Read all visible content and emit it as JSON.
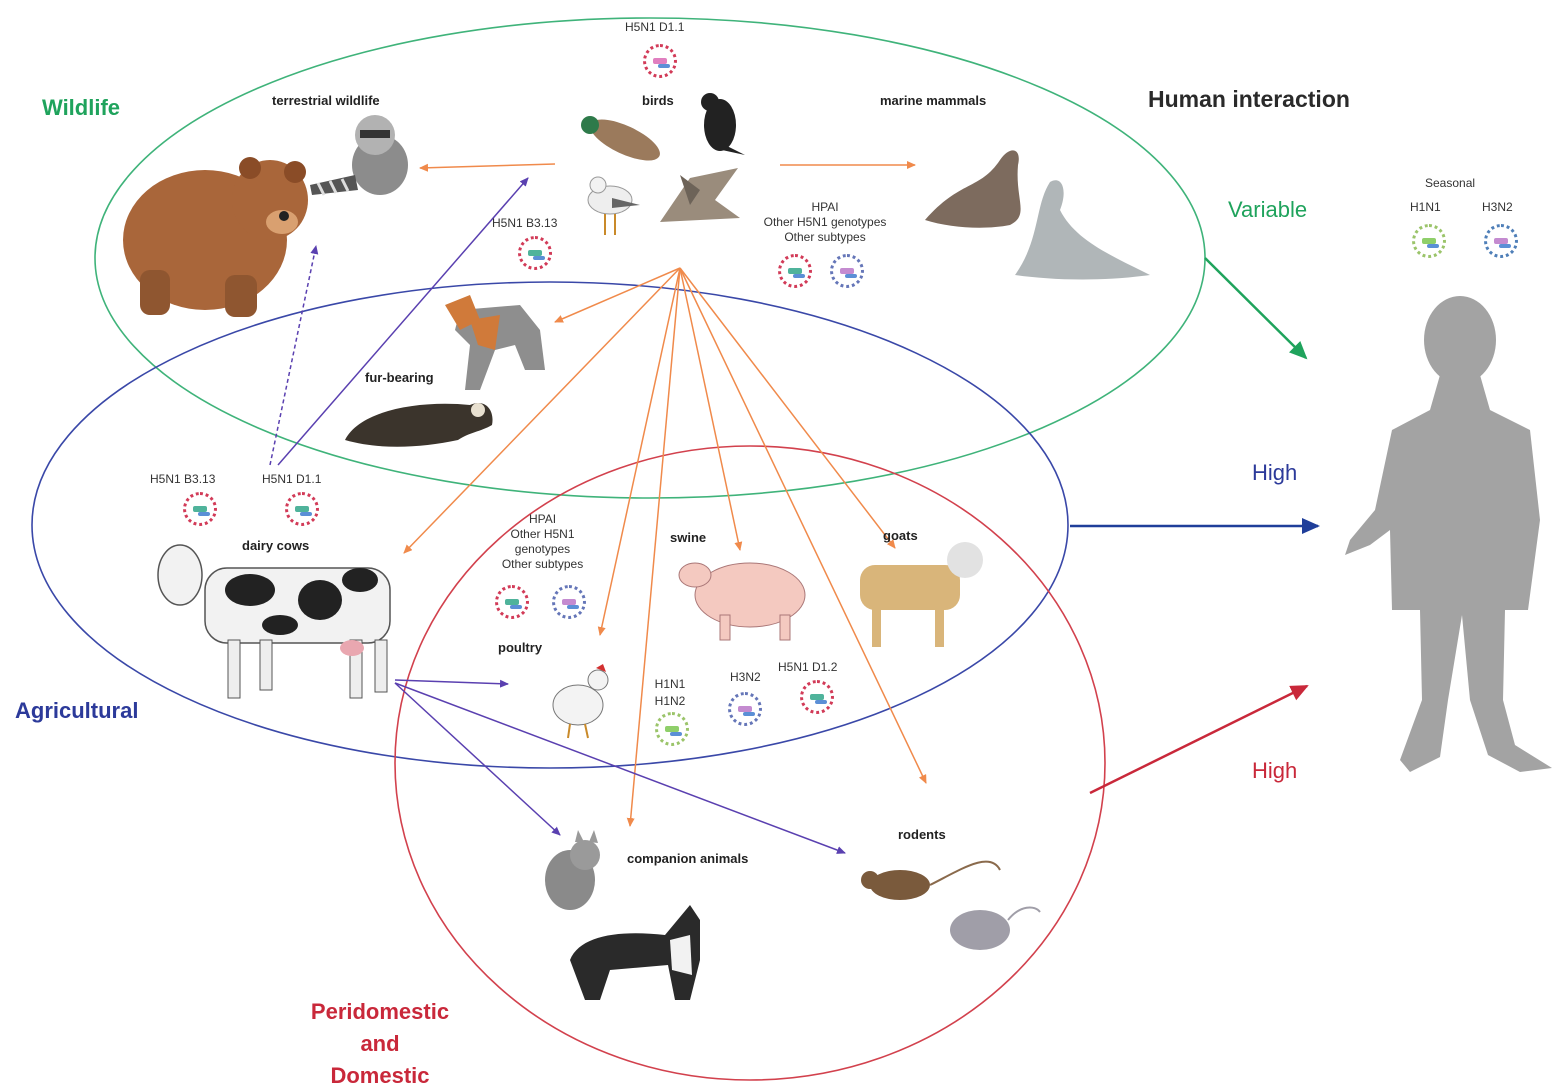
{
  "groups": {
    "wildlife": "Wildlife",
    "agricultural": "Agricultural",
    "peridomestic": [
      "Peridomestic",
      "and",
      "Domestic"
    ]
  },
  "human_interaction": {
    "title": "Human interaction",
    "wildlife_level": "Variable",
    "agricultural_level": "High",
    "peridomestic_level": "High",
    "seasonal_title": "Seasonal",
    "seasonal_h1n1": "H1N1",
    "seasonal_h3n2": "H3N2"
  },
  "animals": {
    "terrestrial_wildlife": "terrestrial wildlife",
    "birds": "birds",
    "marine_mammals": "marine mammals",
    "fur_bearing": "fur-bearing",
    "dairy_cows": "dairy cows",
    "swine": "swine",
    "goats": "goats",
    "poultry": "poultry",
    "companion_animals": "companion animals",
    "rodents": "rodents"
  },
  "virus_labels": {
    "birds_top": "H5N1 D1.1",
    "birds_b313": "H5N1 B3.13",
    "marine_hpai": [
      "HPAI",
      "Other H5N1 genotypes",
      "Other subtypes"
    ],
    "cows_b313": "H5N1 B3.13",
    "cows_d11": "H5N1 D1.1",
    "poultry_hpai": [
      "HPAI",
      "Other H5N1",
      "genotypes",
      "Other subtypes"
    ],
    "swine_h1": [
      "H1N1",
      "H1N2"
    ],
    "swine_h3n2": "H3N2",
    "swine_d12": "H5N1 D1.2"
  },
  "colors": {
    "wildlife": "#1fa35c",
    "agricultural": "#2c3a9a",
    "peridomestic": "#c9283a",
    "wildlife_ellipse": "#3fb37a",
    "agri_ellipse": "#3a48a8",
    "peri_ellipse": "#d2414d",
    "bird_arrows": "#f08a4b",
    "cow_arrows": "#5a40b0"
  }
}
